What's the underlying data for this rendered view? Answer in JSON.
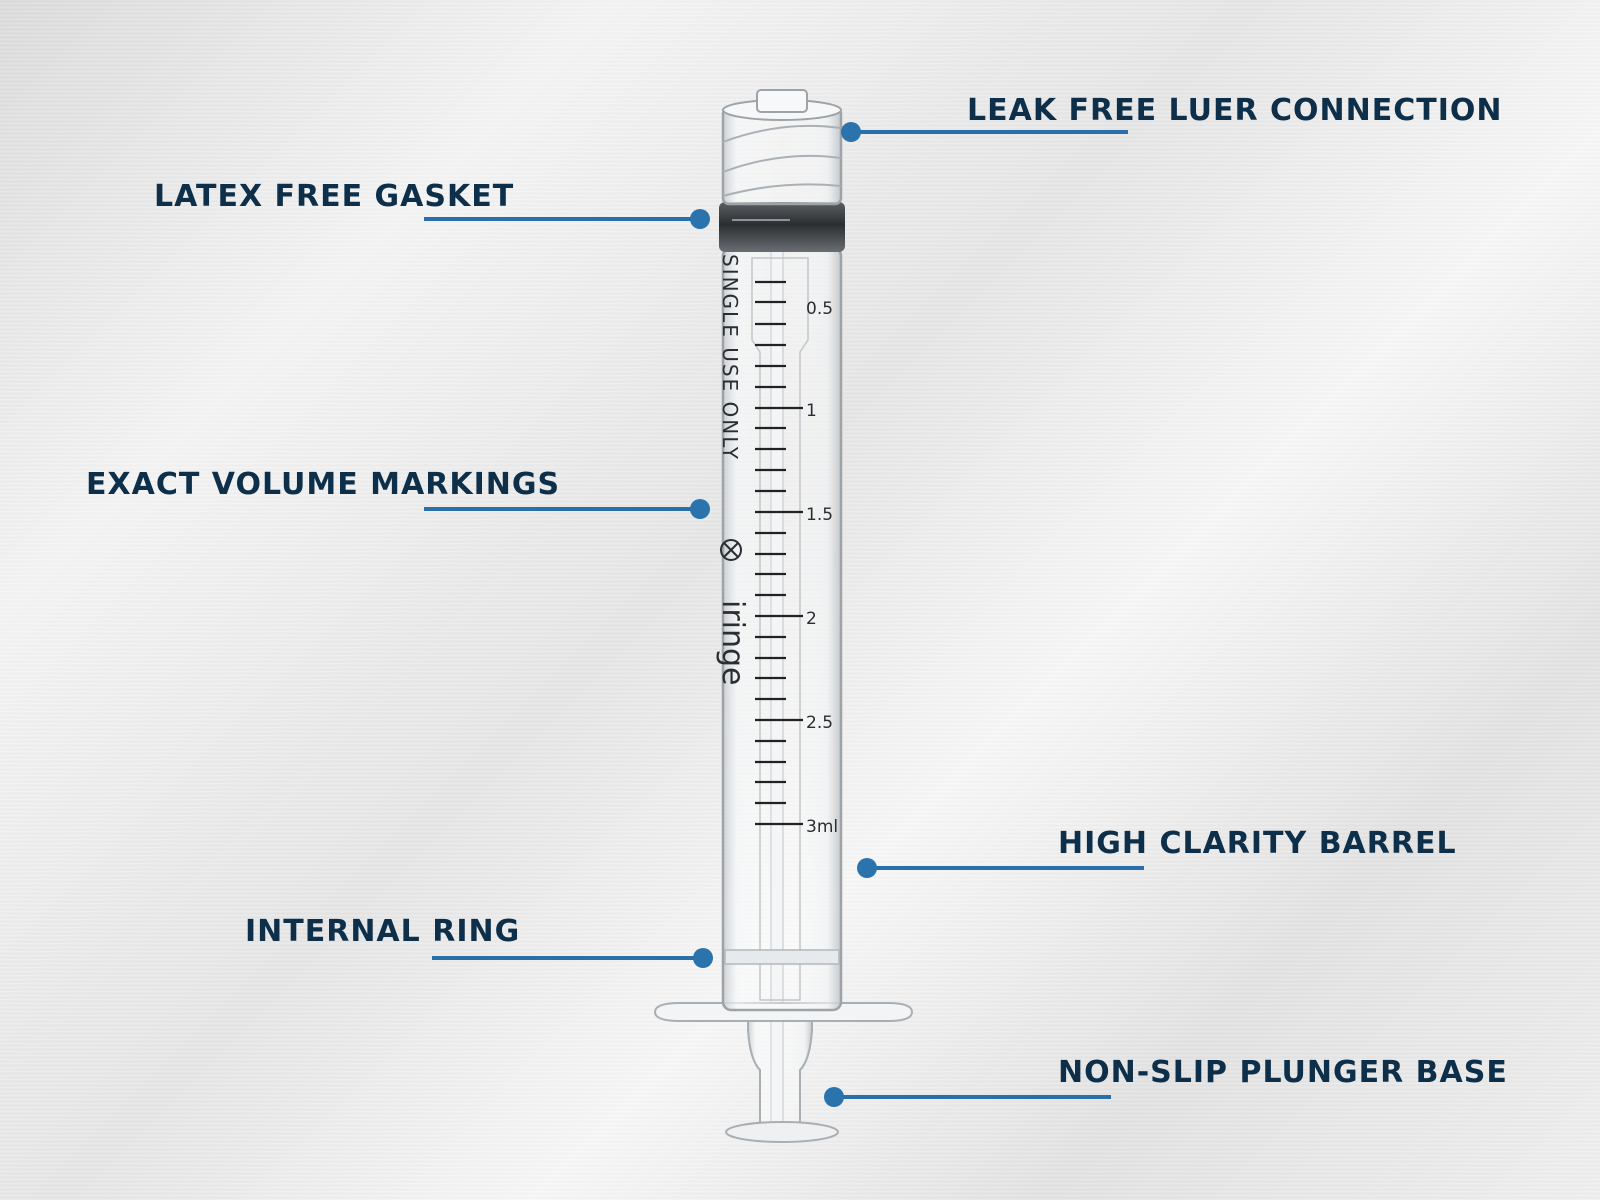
{
  "callouts": {
    "luer": "LEAK FREE LUER CONNECTION",
    "gasket": "LATEX FREE GASKET",
    "markings": "EXACT VOLUME MARKINGS",
    "barrel": "HIGH CLARITY BARREL",
    "ring": "INTERNAL RING",
    "plunger": "NON-SLIP PLUNGER BASE"
  },
  "syringe": {
    "side_text": "SINGLE USE ONLY",
    "brand_text": "iringe",
    "scale_labels": [
      "0.5",
      "1",
      "1.5",
      "2",
      "2.5",
      "3ml"
    ]
  },
  "colors": {
    "label_text": "#0e2f4a",
    "leader_line": "#2a6fa8"
  }
}
